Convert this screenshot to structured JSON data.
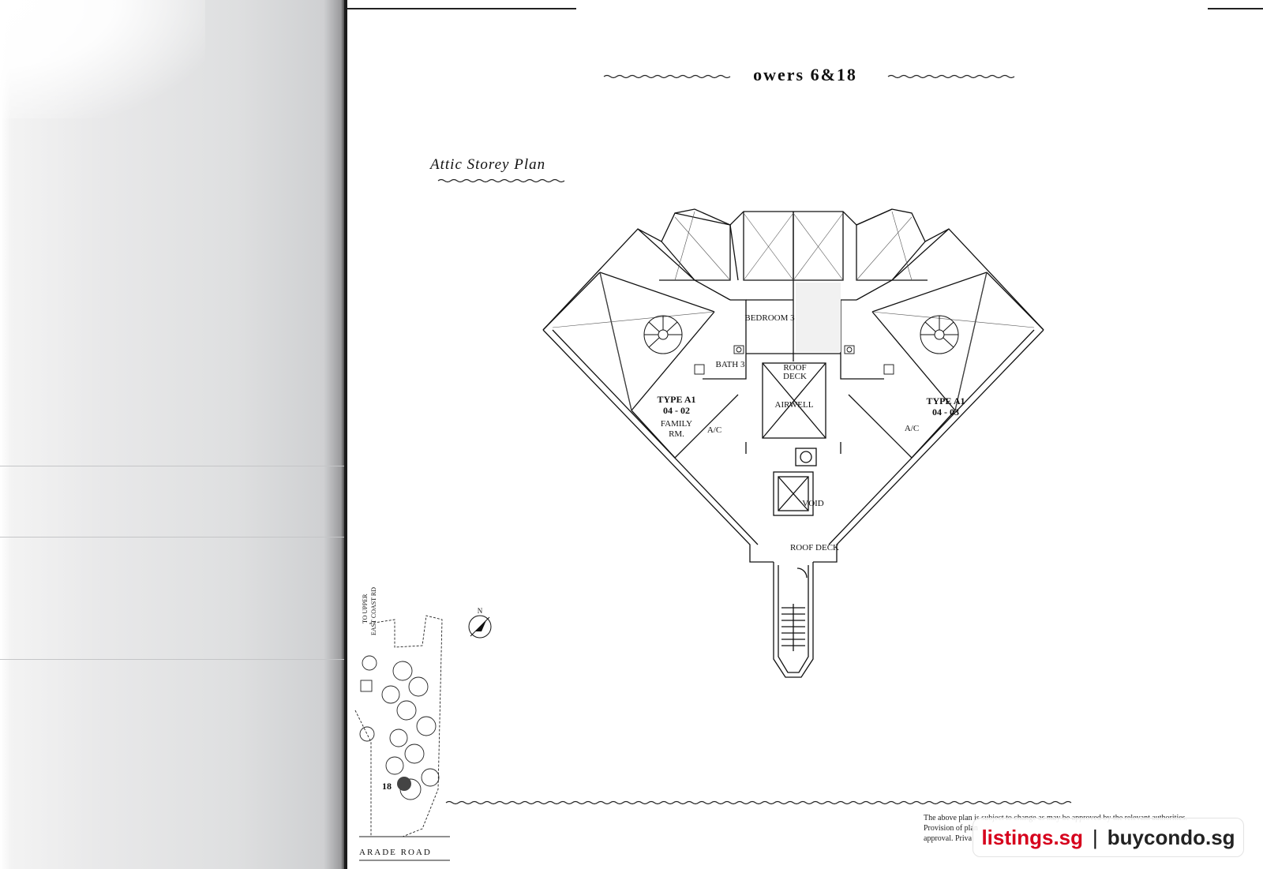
{
  "header": {
    "title": "owers 6&18"
  },
  "plan": {
    "title": "Attic Storey Plan"
  },
  "labels": {
    "bedroom3": "BEDROOM 3",
    "bath3": "BATH 3",
    "roof_deck_small_1": "ROOF",
    "roof_deck_small_2": "DECK",
    "airwell": "AIRWELL",
    "type_left": "TYPE A1",
    "unit_left": "04 - 02",
    "family_1": "FAMILY",
    "family_2": "RM.",
    "ac_left": "A/C",
    "type_right": "TYPE A1",
    "unit_right": "04 - 03",
    "ac_right": "A/C",
    "void": "VOID",
    "roof_deck": "ROOF DECK",
    "north": "N"
  },
  "site": {
    "road_1": "TO UPPER",
    "road_2": "EAST COAST RD",
    "block_no": "18",
    "parade": "ARADE ROAD"
  },
  "disclaimer": {
    "line1": "The above plan is subject to change as may be approved by the relevant authorities.",
    "line2": "Provision of plan",
    "line3": "approval. Priva"
  },
  "branding": {
    "left": "listings.sg",
    "sep": "|",
    "right": "buycondo.sg",
    "left_color": "#d6001c"
  }
}
